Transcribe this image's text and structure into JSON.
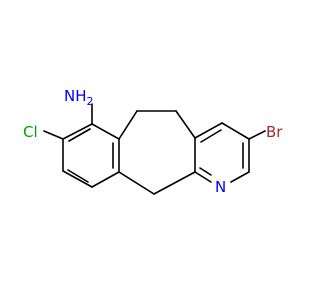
{
  "molecule": {
    "atoms": [
      {
        "id": "NH2",
        "label": "NH",
        "subscript": "2",
        "color": "#0000ff"
      },
      {
        "id": "Cl",
        "label": "Cl",
        "color": "#00a000"
      },
      {
        "id": "Br",
        "label": "Br",
        "color": "#a52a2a"
      },
      {
        "id": "N_ring",
        "label": "N",
        "color": "#0000ff"
      }
    ],
    "bond_color": "#000000"
  }
}
